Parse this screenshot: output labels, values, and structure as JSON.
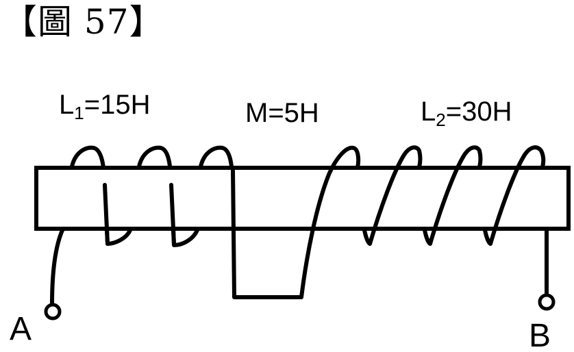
{
  "figure": {
    "title": "【圖 57】"
  },
  "labels": {
    "l1": {
      "name": "L",
      "sub": "1",
      "value": "=15H"
    },
    "m": {
      "text": "M=5H"
    },
    "l2": {
      "name": "L",
      "sub": "2",
      "value": "=30H"
    }
  },
  "terminals": {
    "a": "A",
    "b": "B"
  },
  "colors": {
    "ink": "#000000",
    "background": "#ffffff"
  }
}
